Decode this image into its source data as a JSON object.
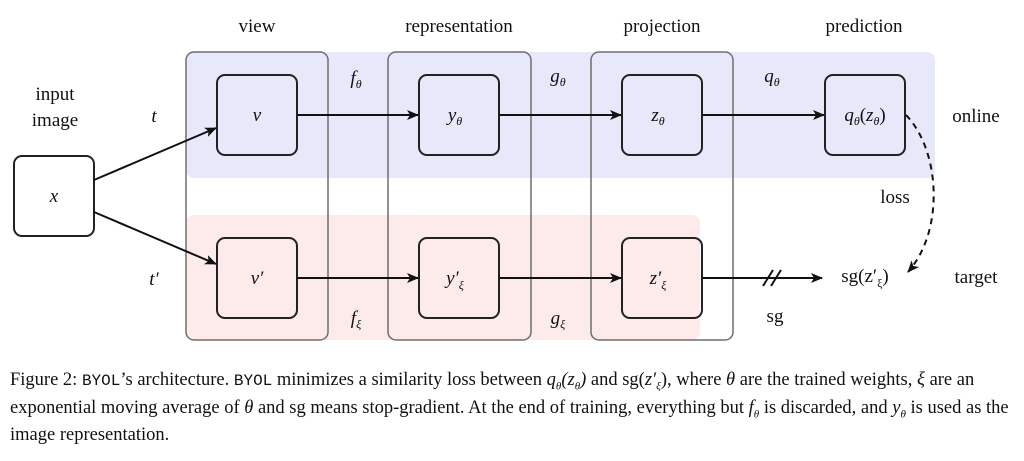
{
  "columns": {
    "view": "view",
    "representation": "representation",
    "projection": "projection",
    "prediction": "prediction"
  },
  "input_label_line1": "input",
  "input_label_line2": "image",
  "branch_labels": {
    "online": "online",
    "target": "target",
    "loss": "loss",
    "sg": "sg"
  },
  "nodes": {
    "x": "x",
    "v": "v",
    "v_prime": "v′",
    "y_theta": "y",
    "y_xi": "y′",
    "z_theta": "z",
    "z_xi": "z′",
    "q_out": "q",
    "sg_out": "sg(z′"
  },
  "edges": {
    "t": "t",
    "t_prime": "t′",
    "f_theta": "f",
    "g_theta": "g",
    "q_theta": "q",
    "f_xi": "f",
    "g_xi": "g"
  },
  "subscripts": {
    "theta": "θ",
    "xi": "ξ"
  },
  "colors": {
    "online_band": "#e8e8fb",
    "target_band": "#fdeaea",
    "column_border": "#6e6e6e",
    "node_border": "#222222"
  },
  "caption": {
    "prefix": "Figure 2:",
    "byol": "BYOL",
    "t1": "’s architecture.",
    "t2": "minimizes a similarity loss between",
    "t3": "and sg(",
    "t4": "), where",
    "t5": "are the trained weights,",
    "t6": "are an exponential moving average of",
    "t7": "and sg means stop-gradient. At the end of training, everything but",
    "t8": "is discarded, and",
    "t9": "is used as the image representation."
  }
}
